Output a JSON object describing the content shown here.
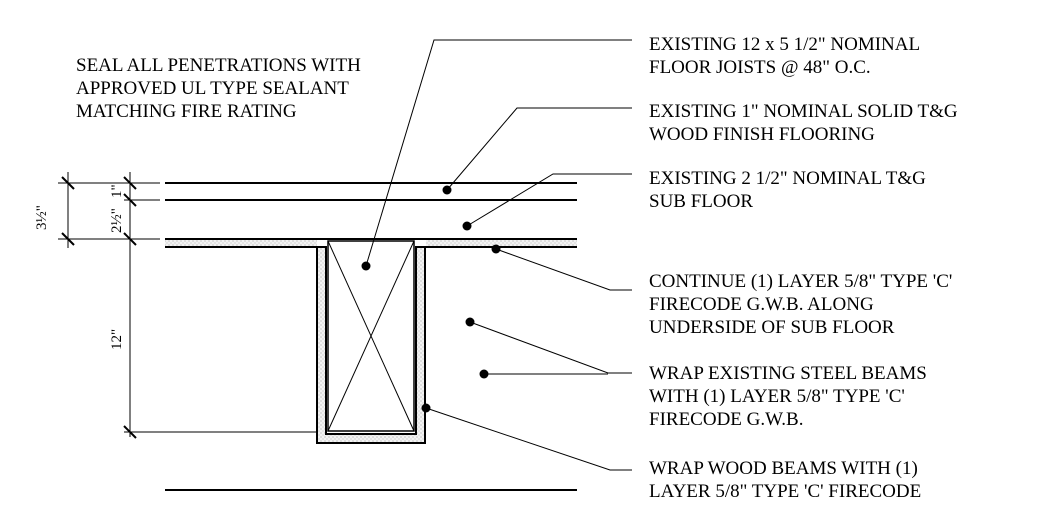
{
  "notes": {
    "general": [
      "SEAL ALL PENETRATIONS WITH",
      "APPROVED UL TYPE SEALANT",
      "MATCHING FIRE RATING"
    ],
    "joists": [
      "EXISTING  12 x 5 1/2\" NOMINAL",
      "FLOOR JOISTS @ 48\" O.C."
    ],
    "finish_floor": [
      "EXISTING 1\" NOMINAL SOLID T&G",
      "WOOD FINISH FLOORING"
    ],
    "sub_floor": [
      "EXISTING 2 1/2\" NOMINAL T&G",
      "SUB FLOOR"
    ],
    "gwb_continue": [
      "CONTINUE (1) LAYER 5/8\" TYPE 'C'",
      "FIRECODE G.W.B. ALONG",
      "UNDERSIDE OF SUB FLOOR"
    ],
    "steel_wrap": [
      "WRAP EXISTING STEEL BEAMS",
      "WITH (1) LAYER 5/8\" TYPE 'C'",
      "FIRECODE G.W.B."
    ],
    "wood_wrap": [
      "WRAP WOOD BEAMS WITH (1)",
      "LAYER 5/8\" TYPE 'C' FIRECODE"
    ]
  },
  "dimensions": {
    "total": "3½\"",
    "finish": "1\"",
    "sub": "2½\"",
    "joist_depth": "12\""
  },
  "colors": {
    "line": "#000000",
    "background": "#ffffff",
    "gwb_hatch": "#9a9a9a"
  }
}
